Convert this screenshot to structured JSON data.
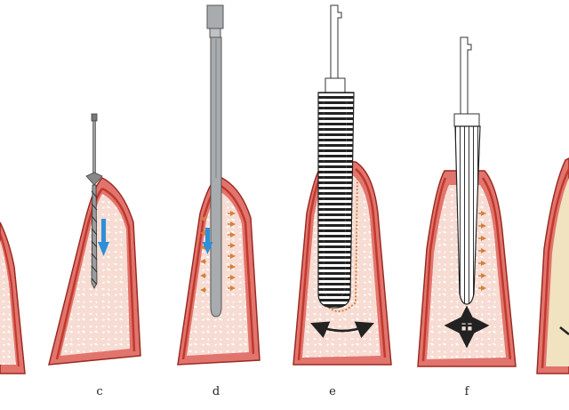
{
  "panels": [
    {
      "id": "c",
      "label": "c",
      "tool": "drill",
      "motion": "down-arrow"
    },
    {
      "id": "d",
      "label": "d",
      "tool": "osteotome",
      "motion": "down-arrow"
    },
    {
      "id": "e",
      "label": "e",
      "tool": "threaded-expander",
      "motion": "horizontal-curved-arrow"
    },
    {
      "id": "f",
      "label": "f",
      "tool": "fluted-expander",
      "motion": "four-way-arrow"
    }
  ],
  "colors": {
    "cortical_outer": "#e2746e",
    "cortical_stroke": "#9a2b22",
    "membrane": "#c0392b",
    "cancellous": "#f7dcd3",
    "cancellous_dots": "#ffffff",
    "compacted": "#d2823e",
    "arrow_blue": "#2d8fd8",
    "arrow_dark": "#222222",
    "tool_gray": "#a9acae",
    "tool_dark": "#555555",
    "partial_right_fill": "#f1e2c0"
  }
}
